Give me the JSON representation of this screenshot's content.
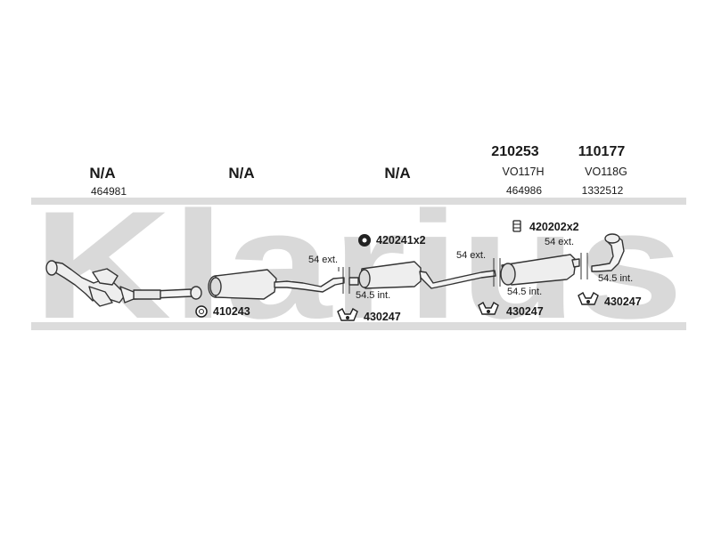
{
  "watermark": "Klarius",
  "columns": [
    {
      "id": "c1",
      "heading": "N/A",
      "ref": "464981"
    },
    {
      "id": "c2",
      "heading": "N/A",
      "ref": ""
    },
    {
      "id": "c3",
      "heading": "N/A",
      "ref": ""
    },
    {
      "id": "c4",
      "heading": "210253",
      "code": "VO117H",
      "ref": "464986"
    },
    {
      "id": "c5",
      "heading": "110177",
      "code": "VO118G",
      "ref": "1332512"
    }
  ],
  "fittings": {
    "clamp_1": "410243",
    "rubber_1": "420241x2",
    "hanger_1": "430247",
    "bolt_2": "420202x2",
    "hanger_2": "430247",
    "hanger_3": "430247"
  },
  "measurements": {
    "m1_ext": "54 ext.",
    "m1_int": "54.5 int.",
    "m2_ext": "54 ext.",
    "m2_int": "54.5 int.",
    "m3_ext": "54 ext.",
    "m3_int": "54.5 int."
  },
  "colors": {
    "watermark": "#d9d9d9",
    "line": "#333333",
    "part_fill": "#eeeeee"
  }
}
